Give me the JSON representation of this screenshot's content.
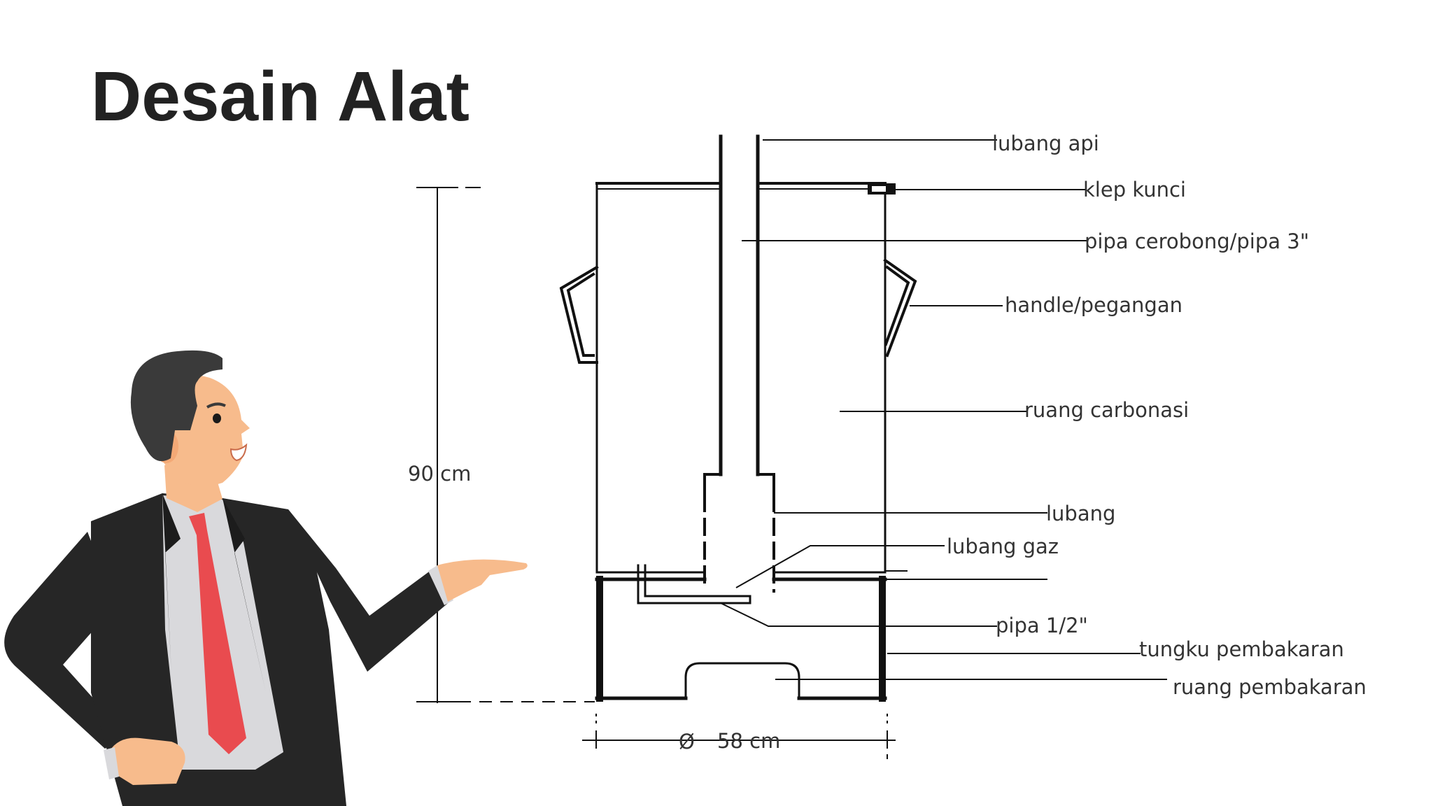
{
  "slide": {
    "title": "Desain Alat"
  },
  "diagram": {
    "labels": {
      "lubang_api": "lubang api",
      "klep_kunci": "klep kunci",
      "pipa_cerobong": "pipa cerobong/pipa 3\"",
      "handle": "handle/pegangan",
      "ruang_carbonasi": "ruang carbonasi",
      "lubang": "lubang",
      "lubang_gaz": "lubang gaz",
      "pipa_half": "pipa 1/2\"",
      "tungku": "tungku pembakaran",
      "ruang_pembakaran": "ruang pembakaran"
    },
    "dimensions": {
      "height": "90 cm",
      "diameter_symbol": "Ø",
      "diameter": "58 cm"
    }
  },
  "colors": {
    "ink": "#111111",
    "suit": "#262626",
    "shirt": "#d9d9dc",
    "tie": "#e94b4f",
    "skin": "#f7bb8c",
    "hair": "#3a3a3a"
  },
  "illustration": "businessman-presenting"
}
